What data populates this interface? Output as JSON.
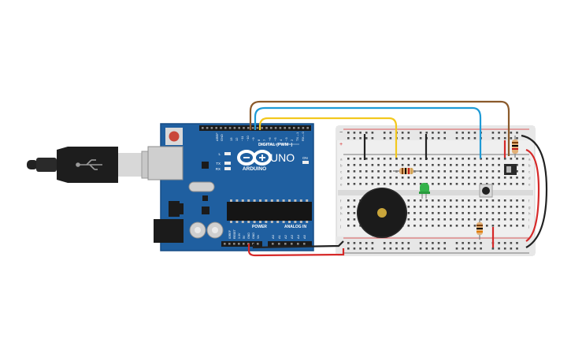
{
  "board": {
    "brand": "ARDUINO",
    "model": "UNO",
    "digital_header": "DIGITAL (PWM~)",
    "power_header": "POWER",
    "analog_header": "ANALOG IN",
    "led_l": "L",
    "led_tx": "TX",
    "led_rx": "RX",
    "led_on": "ON",
    "aref": "AREF",
    "gnd": "GND",
    "digital_pins": [
      "13",
      "12",
      "~11",
      "~10",
      "~9",
      "8",
      "7",
      "~6",
      "~5",
      "4",
      "~3",
      "2",
      "TX→1",
      "RX←0"
    ],
    "power_pins": [
      "IOREF",
      "RESET",
      "3.3V",
      "5V",
      "GND",
      "GND",
      "Vin"
    ],
    "analog_pins": [
      "A0",
      "A1",
      "A2",
      "A3",
      "A4",
      "A5"
    ]
  },
  "breadboard": {
    "rail_plus": "+",
    "rail_minus": "−",
    "row_letters": [
      "a",
      "b",
      "c",
      "d",
      "e",
      "f",
      "g",
      "h",
      "i",
      "j"
    ]
  },
  "wires": {
    "brown": "#8b5a2b",
    "blue": "#1e9ad6",
    "yellow": "#f2c81e",
    "red": "#d62828",
    "black": "#222222"
  },
  "colors": {
    "board": "#1f5fa0",
    "board_dark": "#174d85",
    "breadboard": "#efefef",
    "led": "#34b24a",
    "buzzer": "#1b1b1b",
    "usb": "#222222"
  }
}
